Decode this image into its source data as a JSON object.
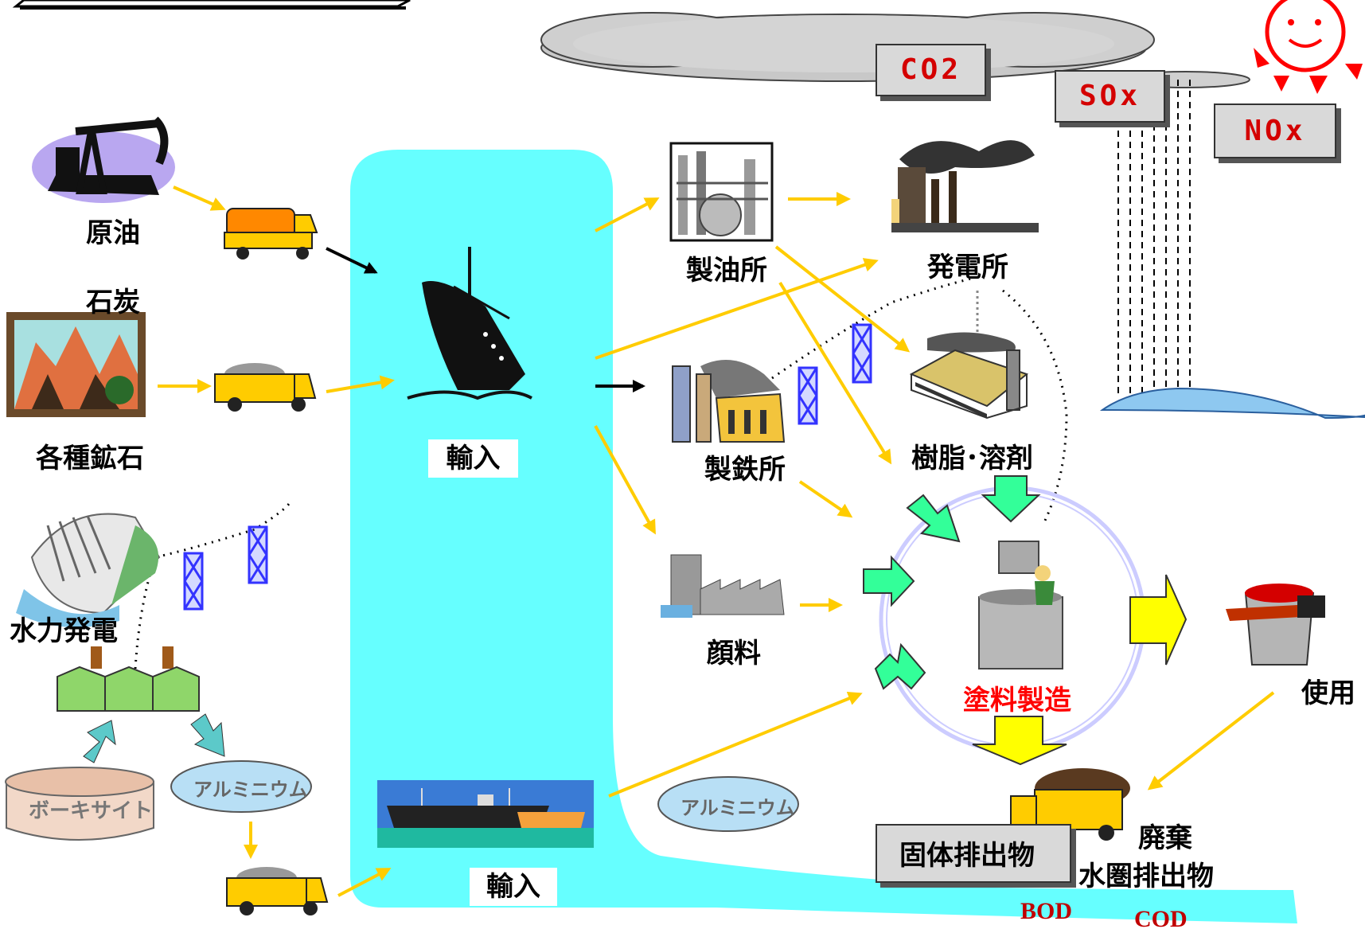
{
  "labels": {
    "crude_oil": "原油",
    "coal": "石炭",
    "ores": "各種鉱石",
    "hydro": "水力発電",
    "bauxite": "ボーキサイト",
    "aluminium_1": "アルミニウム",
    "aluminium_2": "アルミニウム",
    "import_1": "輸入",
    "import_2": "輸入",
    "refinery": "製油所",
    "power_plant": "発電所",
    "steelworks": "製鉄所",
    "resin": "樹脂･溶剤",
    "pigment": "顔料",
    "paint_mfg": "塗料製造",
    "use": "使用",
    "disposal": "廃棄",
    "water_emission": "水圏排出物",
    "solid_emission": "固体排出物",
    "bod": "BOD",
    "cod": "COD"
  },
  "pollutants": {
    "co2": "CO2",
    "sox": "SOx",
    "nox": "NOx"
  },
  "colors": {
    "water": "#66ffff",
    "arrow": "#ffcc00",
    "flow_green": "#33ff99",
    "flow_yellow": "#ffff00",
    "paint_label": "#ff0000",
    "tower": "#3333ff"
  }
}
